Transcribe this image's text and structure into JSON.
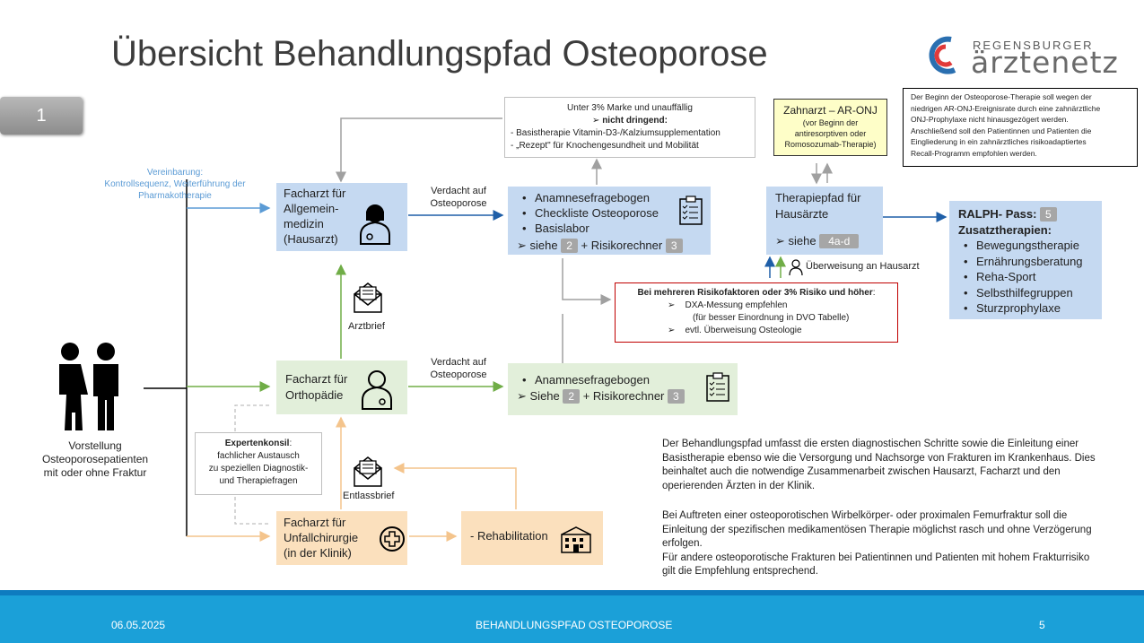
{
  "title": "Übersicht Behandlungspfad Osteoporose",
  "logo": {
    "top": "REGENSBURGER",
    "main": "ärztenetz"
  },
  "slide_badge": "1",
  "patient_label": [
    "Vorstellung",
    "Osteoporosepatienten",
    "mit oder ohne Fraktur"
  ],
  "agreement_label": [
    "Vereinbarung:",
    "Kontrollsequenz, Weiterführung der",
    "Pharmakotherapie"
  ],
  "nodes": {
    "hausarzt": [
      "Facharzt für",
      "Allgemein-",
      "medizin",
      "(Hausarzt)"
    ],
    "orthopaedie": [
      "Facharzt für",
      "Orthopädie"
    ],
    "unfall": [
      "Facharzt für",
      "Unfallchirurgie",
      "(in der Klinik)"
    ],
    "reha": "- Rehabilitation",
    "check1": {
      "items": [
        "Anamnesefragebogen",
        "Checkliste Osteoporose",
        "Basislabor"
      ],
      "see": "siehe",
      "badge1": "2",
      "plus": "+ Risikorechner",
      "badge2": "3"
    },
    "check2": {
      "items": [
        "Anamnesefragebogen"
      ],
      "see": "Siehe",
      "badge1": "2",
      "plus": "+ Risikorechner",
      "badge2": "3"
    },
    "therapiepfad": {
      "line1": "Therapiepfad für",
      "line2": "Hausärzte",
      "see": "siehe",
      "badge": "4a-d"
    },
    "ralph": {
      "title": "RALPH- Pass:",
      "badge": "5",
      "subtitle": "Zusatztherapien:",
      "items": [
        "Bewegungstherapie",
        "Ernährungsberatung",
        "Reha-Sport",
        "Selbsthilfegruppen",
        "Sturzprophylaxe"
      ]
    },
    "zahnarzt": {
      "title": "Zahnarzt – AR-ONJ",
      "sub": [
        "(vor Beginn der",
        "antiresorptiven oder",
        "Romosozumab-Therapie)"
      ]
    }
  },
  "edge_labels": {
    "verdacht1": [
      "Verdacht auf",
      "Osteoporose"
    ],
    "verdacht2": [
      "Verdacht auf",
      "Osteoporose"
    ],
    "arztbrief": "Arztbrief",
    "entlassbrief": "Entlassbrief",
    "ueberweisung": "Überweisung an Hausarzt"
  },
  "under3": {
    "line1": "Unter 3% Marke und unauffällig",
    "line2": "nicht dringend:",
    "line3": "- Basistherapie Vitamin-D3-/Kalziumsupplementation",
    "line4": "- „Rezept\" für Knochengesundheit und Mobilität"
  },
  "risk": {
    "head": "Bei mehreren Risikofaktoren oder 3% Risiko und höher",
    "colon": ":",
    "l1": "DXA-Messung empfehlen",
    "l2": "(für besser Einordnung in DVO Tabelle)",
    "l3": "evtl. Überweisung Osteologie"
  },
  "expert": {
    "head": "Expertenkonsil",
    "colon": ":",
    "lines": [
      "fachlicher Austausch",
      "zu speziellen Diagnostik-",
      "und Therapiefragen"
    ]
  },
  "dental_note": [
    "Der Beginn der Osteoporose-Therapie soll wegen der",
    "niedrigen AR-ONJ-Ereignisrate durch eine zahnärztliche",
    "ONJ-Prophylaxe nicht hinausgezögert werden.",
    "Anschließend soll den Patientinnen und Patienten die",
    "Eingliederung in ein zahnärztliches risikoadaptiertes",
    "Recall-Programm empfohlen werden."
  ],
  "para1": [
    "Der Behandlungspfad umfasst die ersten diagnostischen Schritte sowie die Einleitung einer",
    "Basistherapie ebenso wie die Versorgung und Nachsorge von Frakturen im Krankenhaus. Dies",
    "beinhaltet auch die notwendige Zusammenarbeit zwischen Hausarzt, Facharzt und den",
    "operierenden Ärzten in der Klinik."
  ],
  "para2": [
    "Bei Auftreten einer osteoporotischen Wirbelkörper- oder proximalen Femurfraktur soll die",
    "Einleitung der spezifischen medikamentösen Therapie möglichst rasch und ohne Verzögerung",
    "erfolgen.",
    "Für andere osteoporotische Frakturen bei Patientinnen und Patienten mit hohem Frakturrisiko",
    "gilt die Empfehlung entsprechend."
  ],
  "footer": {
    "date": "06.05.2025",
    "center": "BEHANDLUNGSPFAD OSTEOPOROSE",
    "page": "5"
  },
  "colors": {
    "blue_box": "#c5d9f1",
    "green_box": "#e2efda",
    "orange_box": "#fbe0bd",
    "footer": "#1ba0d8",
    "risk_border": "#c00000"
  }
}
